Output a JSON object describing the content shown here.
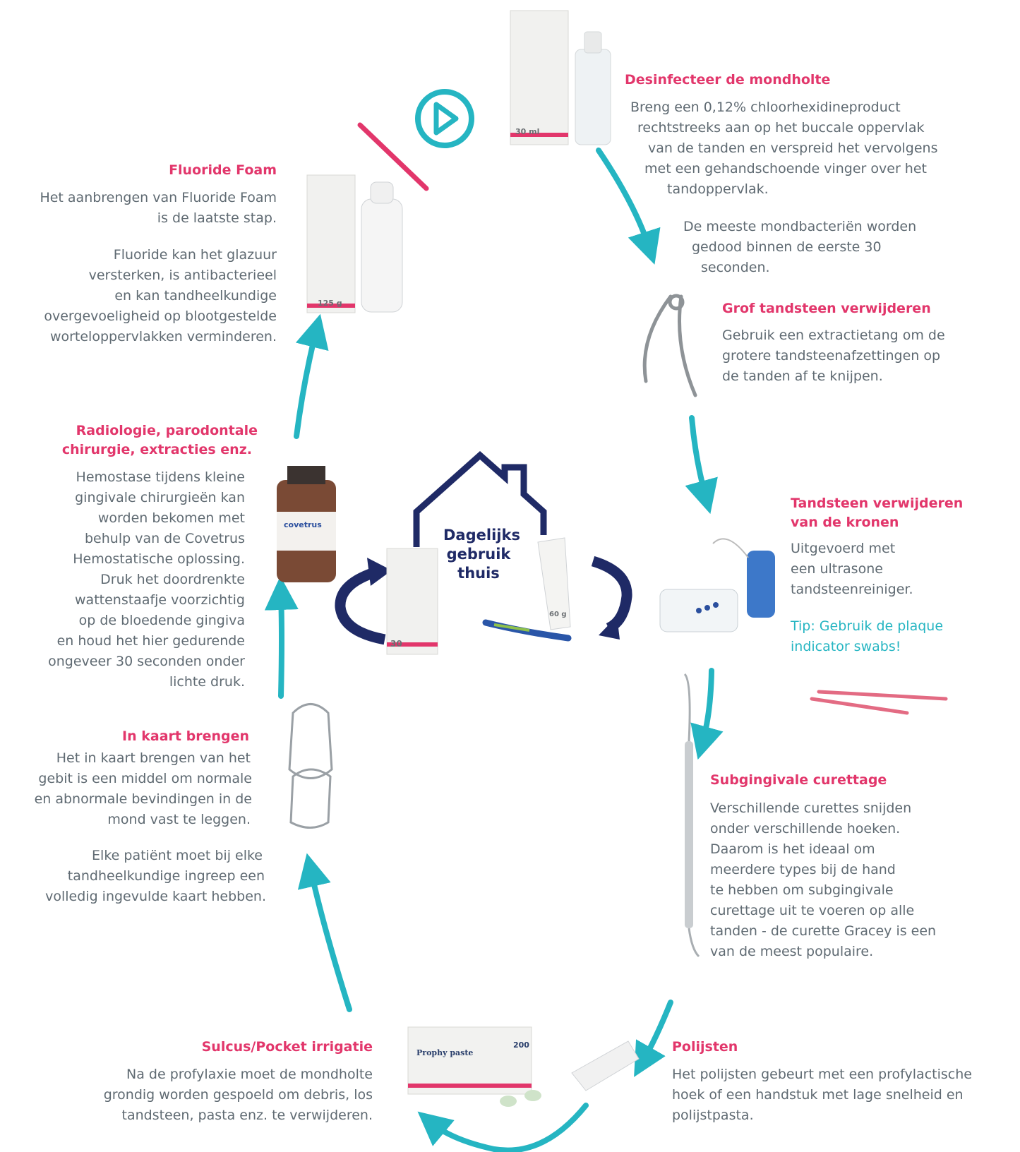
{
  "colors": {
    "accent": "#e2366b",
    "teal": "#25b5c2",
    "navy": "#1f2a66",
    "text": "#5f6a72"
  },
  "steps": {
    "desinfecteer": {
      "title": "Desinfecteer de mondholte",
      "lines": [
        "Breng een 0,12% chloorhexidineproduct",
        "rechtstreeks aan op het buccale oppervlak",
        "van de tanden en verspreid het vervolgens",
        "met een gehandschoende vinger over het",
        "tandoppervlak."
      ],
      "note": [
        "De meeste mondbacteriën worden",
        "gedood binnen de eerste 30",
        "seconden."
      ]
    },
    "grof": {
      "title": "Grof tandsteen verwijderen",
      "lines": [
        "Gebruik een extractietang om de",
        "grotere tandsteenafzettingen op",
        "de tanden af te knijpen."
      ]
    },
    "kronen": {
      "title": [
        "Tandsteen verwijderen",
        "van de kronen"
      ],
      "lines": [
        "Uitgevoerd met",
        "een ultrasone",
        "tandsteenreiniger."
      ],
      "tip": [
        "Tip: Gebruik de plaque",
        "indicator swabs!"
      ]
    },
    "curettage": {
      "title": "Subgingivale curettage",
      "lines": [
        "Verschillende curettes snijden",
        "onder verschillende hoeken.",
        "Daarom is het ideaal om",
        "meerdere types bij de hand",
        "te hebben om subgingivale",
        "curettage uit te voeren op alle",
        "tanden - de curette Gracey is een",
        "van de meest populaire."
      ]
    },
    "polijsten": {
      "title": "Polijsten",
      "lines": [
        "Het polijsten gebeurt met een profylactische",
        "hoek of een handstuk met lage snelheid en",
        "polijstpasta."
      ]
    },
    "irrigatie": {
      "title": "Sulcus/Pocket irrigatie",
      "lines": [
        "Na de profylaxie moet de mondholte",
        "grondig worden gespoeld om debris, los",
        "tandsteen, pasta enz. te verwijderen."
      ]
    },
    "kaart": {
      "title": "In kaart brengen",
      "lines": [
        "Het in kaart brengen van het",
        "gebit is een middel om normale",
        "en abnormale bevindingen in de",
        "mond vast te leggen."
      ],
      "note": [
        "Elke patiënt moet bij elke",
        "tandheelkundige ingreep een",
        "volledig ingevulde kaart hebben."
      ]
    },
    "radiologie": {
      "title": [
        "Radiologie, parodontale",
        "chirurgie, extracties enz."
      ],
      "lines": [
        "Hemostase tijdens kleine",
        "gingivale chirurgieën kan",
        "worden bekomen met",
        "behulp van de Covetrus",
        "Hemostatische oplossing.",
        "Druk het doordrenkte",
        "wattenstaafje voorzichtig",
        "op de bloedende gingiva",
        "en houd het hier gedurende",
        "ongeveer 30 seconden onder",
        "lichte druk."
      ]
    },
    "fluoride": {
      "title": "Fluoride Foam",
      "lines": [
        "Het aanbrengen van Fluoride Foam",
        "is de laatste stap."
      ],
      "note": [
        "Fluoride kan het glazuur",
        "versterken, is antibacterieel",
        "en kan tandheelkundige",
        "overgevoeligheid op blootgestelde",
        "worteloppervlakken verminderen."
      ]
    }
  },
  "home": [
    "Dagelijks",
    "gebruik",
    "thuis"
  ],
  "products": {
    "spray_volume": "30 ml",
    "foam_weight": "125 g",
    "tablets_count": "30",
    "toothpaste_weight": "60 g",
    "prophy_name": "Prophy paste",
    "prophy_count": "200",
    "brand": "covetrus"
  },
  "icons": [
    "play-icon",
    "house-icon",
    "arrow-icon"
  ]
}
